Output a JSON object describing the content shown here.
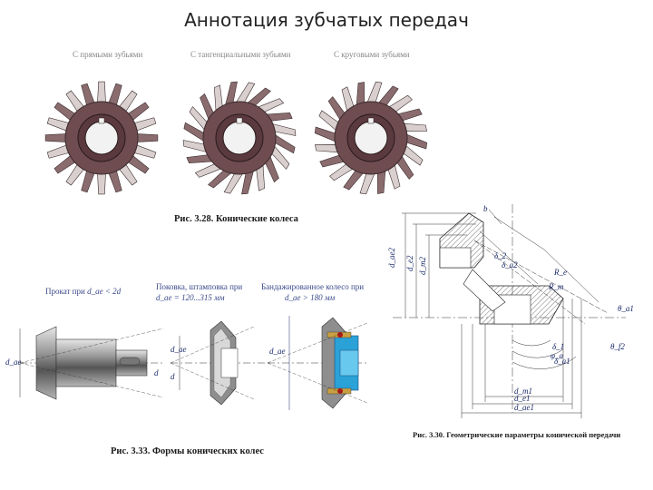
{
  "slide": {
    "title": "Аннотация зубчатых передач"
  },
  "gears": {
    "labels": [
      "С прямыми зубьями",
      "С тангенциальными зубьями",
      "С круговыми зубьями"
    ],
    "colors": {
      "tooth": "#8a6c6e",
      "tooth_light": "#d9cfcf",
      "body": "#6e4c50",
      "bore": "#f2f2f2"
    }
  },
  "figures": {
    "fig_328": "Рис. 3.28. Конические колеса",
    "fig_333": "Рис. 3.33. Формы конических колес",
    "fig_330": "Рис. 3.30. Геометрические параметры конической передачи"
  },
  "forms": {
    "prokat": "Прокат при",
    "prokat_cond": "d_ae < 2d",
    "pokovka": "Поковка, штамповка при",
    "pokovka_cond": "d_ae = 120...315 мм",
    "band": "Бандажированное колесо при",
    "band_cond": "d_ae > 180 мм",
    "labels": {
      "dae": "d_ae",
      "d": "d"
    }
  },
  "geometry": {
    "left_labels": [
      "d_ae2",
      "d_e2",
      "d_m2"
    ],
    "bottom_labels": [
      "d_m1",
      "d_e1",
      "d_ae1"
    ],
    "other_labels": [
      "R_e",
      "R_m",
      "b",
      "δ_2",
      "δ_a2",
      "δ_1",
      "δ_a1",
      "θ_a1",
      "θ_f2",
      "φ_a"
    ]
  }
}
